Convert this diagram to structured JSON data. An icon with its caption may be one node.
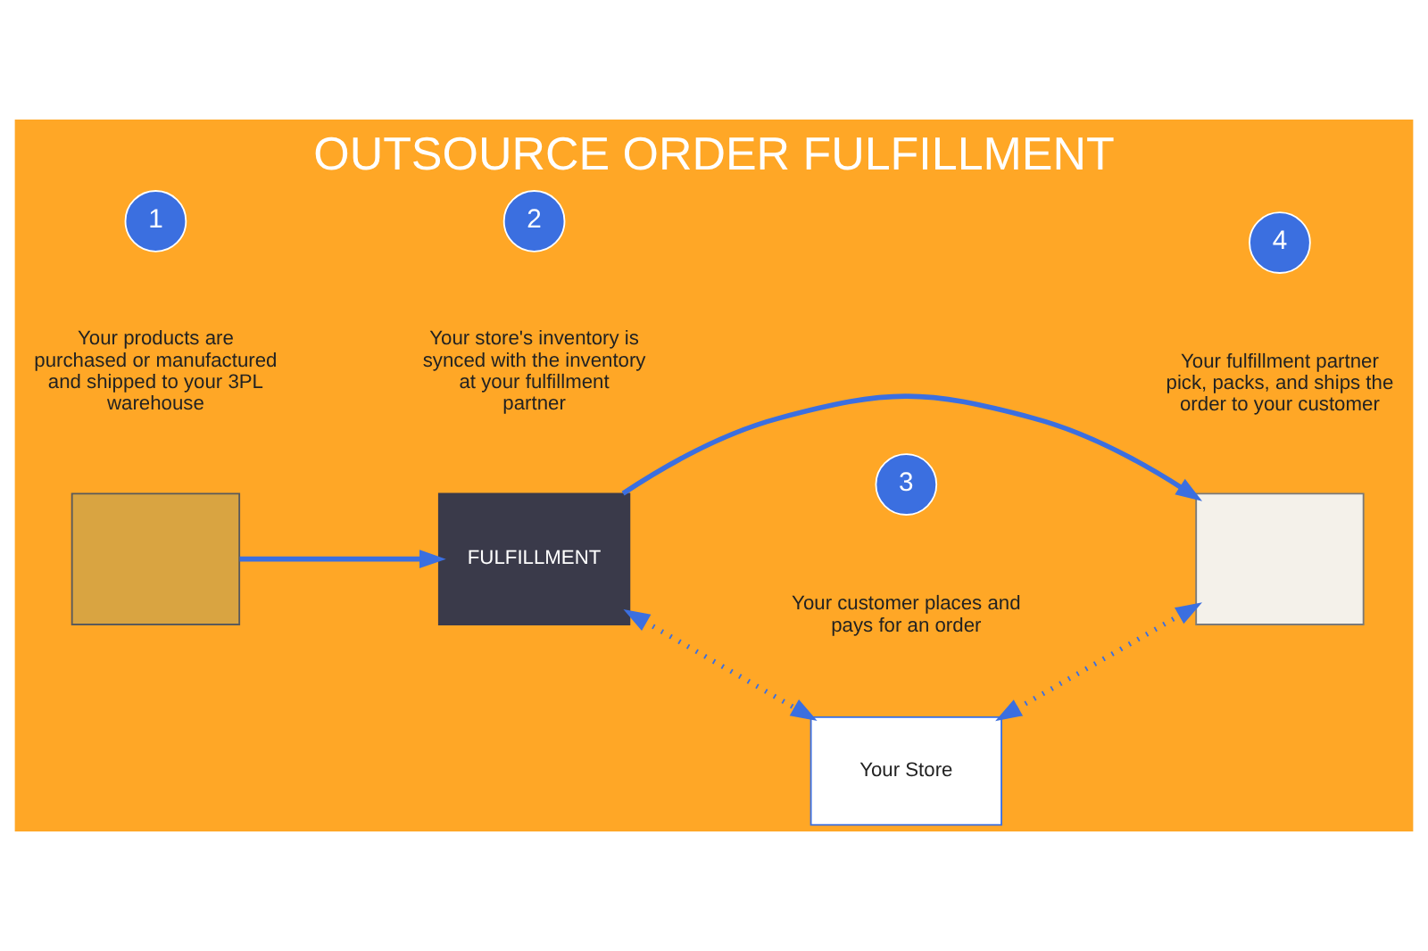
{
  "diagram": {
    "title": "OUTSOURCE ORDER FULFILLMENT",
    "nodes": [
      {
        "text": [],
        "shape": "box"
      },
      {
        "text": [
          "FULFILLMENT"
        ]
      },
      {
        "text": [
          "Your Store"
        ]
      },
      {
        "text": [],
        "shape": "box"
      }
    ],
    "edges": [
      {
        "from": 0,
        "to": 1,
        "arrow": "to"
      },
      {
        "from": 1,
        "to": 3,
        "arrow": "to"
      },
      {
        "from": 1,
        "to": 2,
        "arrow": "both",
        "style": "dashed"
      },
      {
        "from": 2,
        "to": 3,
        "arrow": "both",
        "style": "dashed"
      }
    ],
    "labels": [
      "1",
      "Your products are purchased or manufactured and shipped to your 3PL warehouse",
      "2",
      "Your store's inventory is synced with the inventory at your fulfillment partner",
      "3",
      "Your customer places and pays for an order",
      "4",
      "Your fulfillment partner pick, packs, and ships the order to your customer"
    ]
  }
}
